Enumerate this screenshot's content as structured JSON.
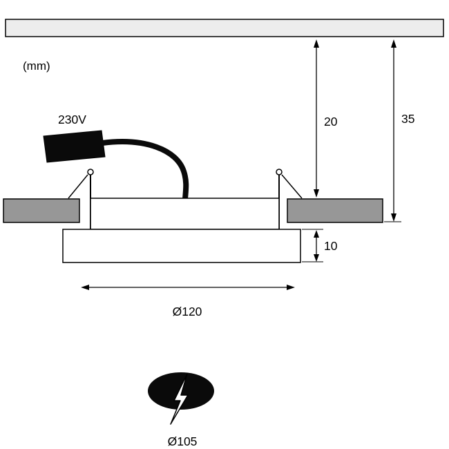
{
  "diagram": {
    "title_hint": "recessed-downlight-dimension-drawing",
    "unit_label": "(mm)",
    "voltage_label": "230V",
    "dim_recess_depth": "20",
    "dim_total_depth": "35",
    "dim_trim_height": "10",
    "dim_outer_diameter": "Ø120",
    "dim_cutout_diameter": "Ø105"
  },
  "icons": {
    "cutout_symbol": "lightning-bolt"
  },
  "colors": {
    "ceiling_fill": "#ededed",
    "flange_fill": "#979797",
    "line_black": "#000000",
    "cable_black": "#0a0a0a",
    "cutout_fill": "#0a0a0a",
    "bolt_fill": "#ffffff"
  }
}
